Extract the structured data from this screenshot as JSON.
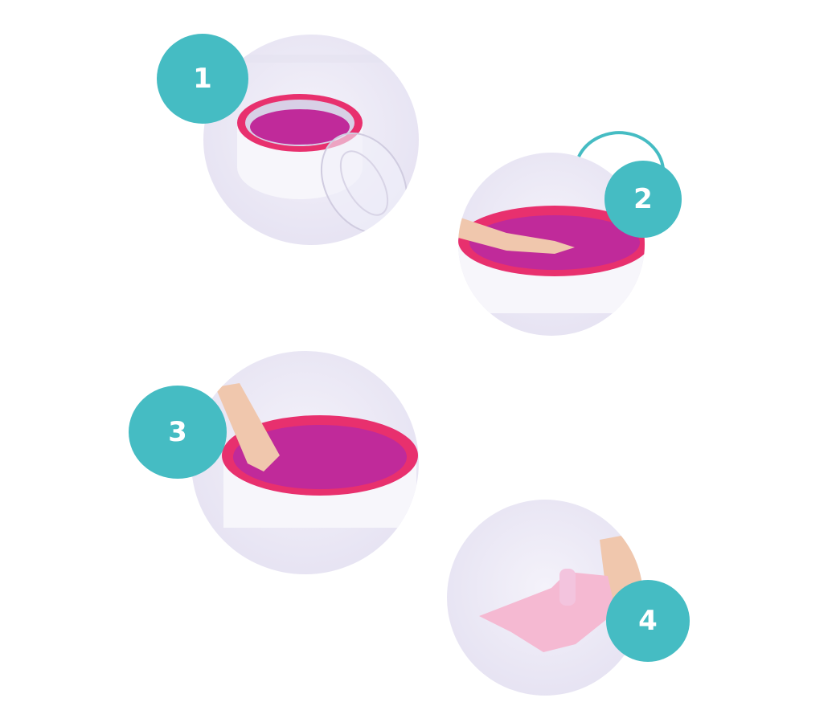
{
  "steps": [
    {
      "number": "1",
      "description": "Wax bath tub with transparent lid removed"
    },
    {
      "number": "2",
      "description": "Hand placed over wax bath filled with melted pink wax"
    },
    {
      "number": "3",
      "description": "Hand dipped into the melted pink wax"
    },
    {
      "number": "4",
      "description": "Hand coated with pink wax glove layer"
    }
  ],
  "colors": {
    "badge": "#45bcc3",
    "tub_rim": "#e8306e",
    "wax": "#c02a9a",
    "background": "#ffffff",
    "photo_bg": "#e9e6f4"
  }
}
